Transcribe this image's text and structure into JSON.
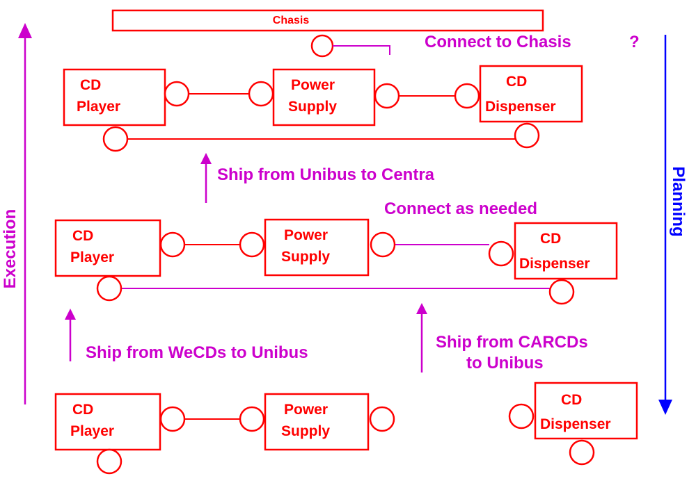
{
  "colors": {
    "component": "#ff0000",
    "annotation": "#cc00cc",
    "planning": "#0000ff"
  },
  "axes": {
    "execution": "Execution",
    "planning": "Planning"
  },
  "chasis": {
    "label": "Chasis",
    "connect_label": "Connect to Chasis",
    "question": "?"
  },
  "components": {
    "cd_player": [
      "CD",
      "Player"
    ],
    "power_supply": [
      "Power",
      "Supply"
    ],
    "cd_dispenser": [
      "CD",
      "Dispenser"
    ]
  },
  "annotations": {
    "ship_unibus_centra": "Ship from Unibus to Centra",
    "connect_as_needed": "Connect as needed",
    "ship_wecds_unibus": "Ship from WeCDs to Unibus",
    "ship_carcds_unibus": [
      "Ship from CARCDs",
      "to Unibus"
    ]
  }
}
